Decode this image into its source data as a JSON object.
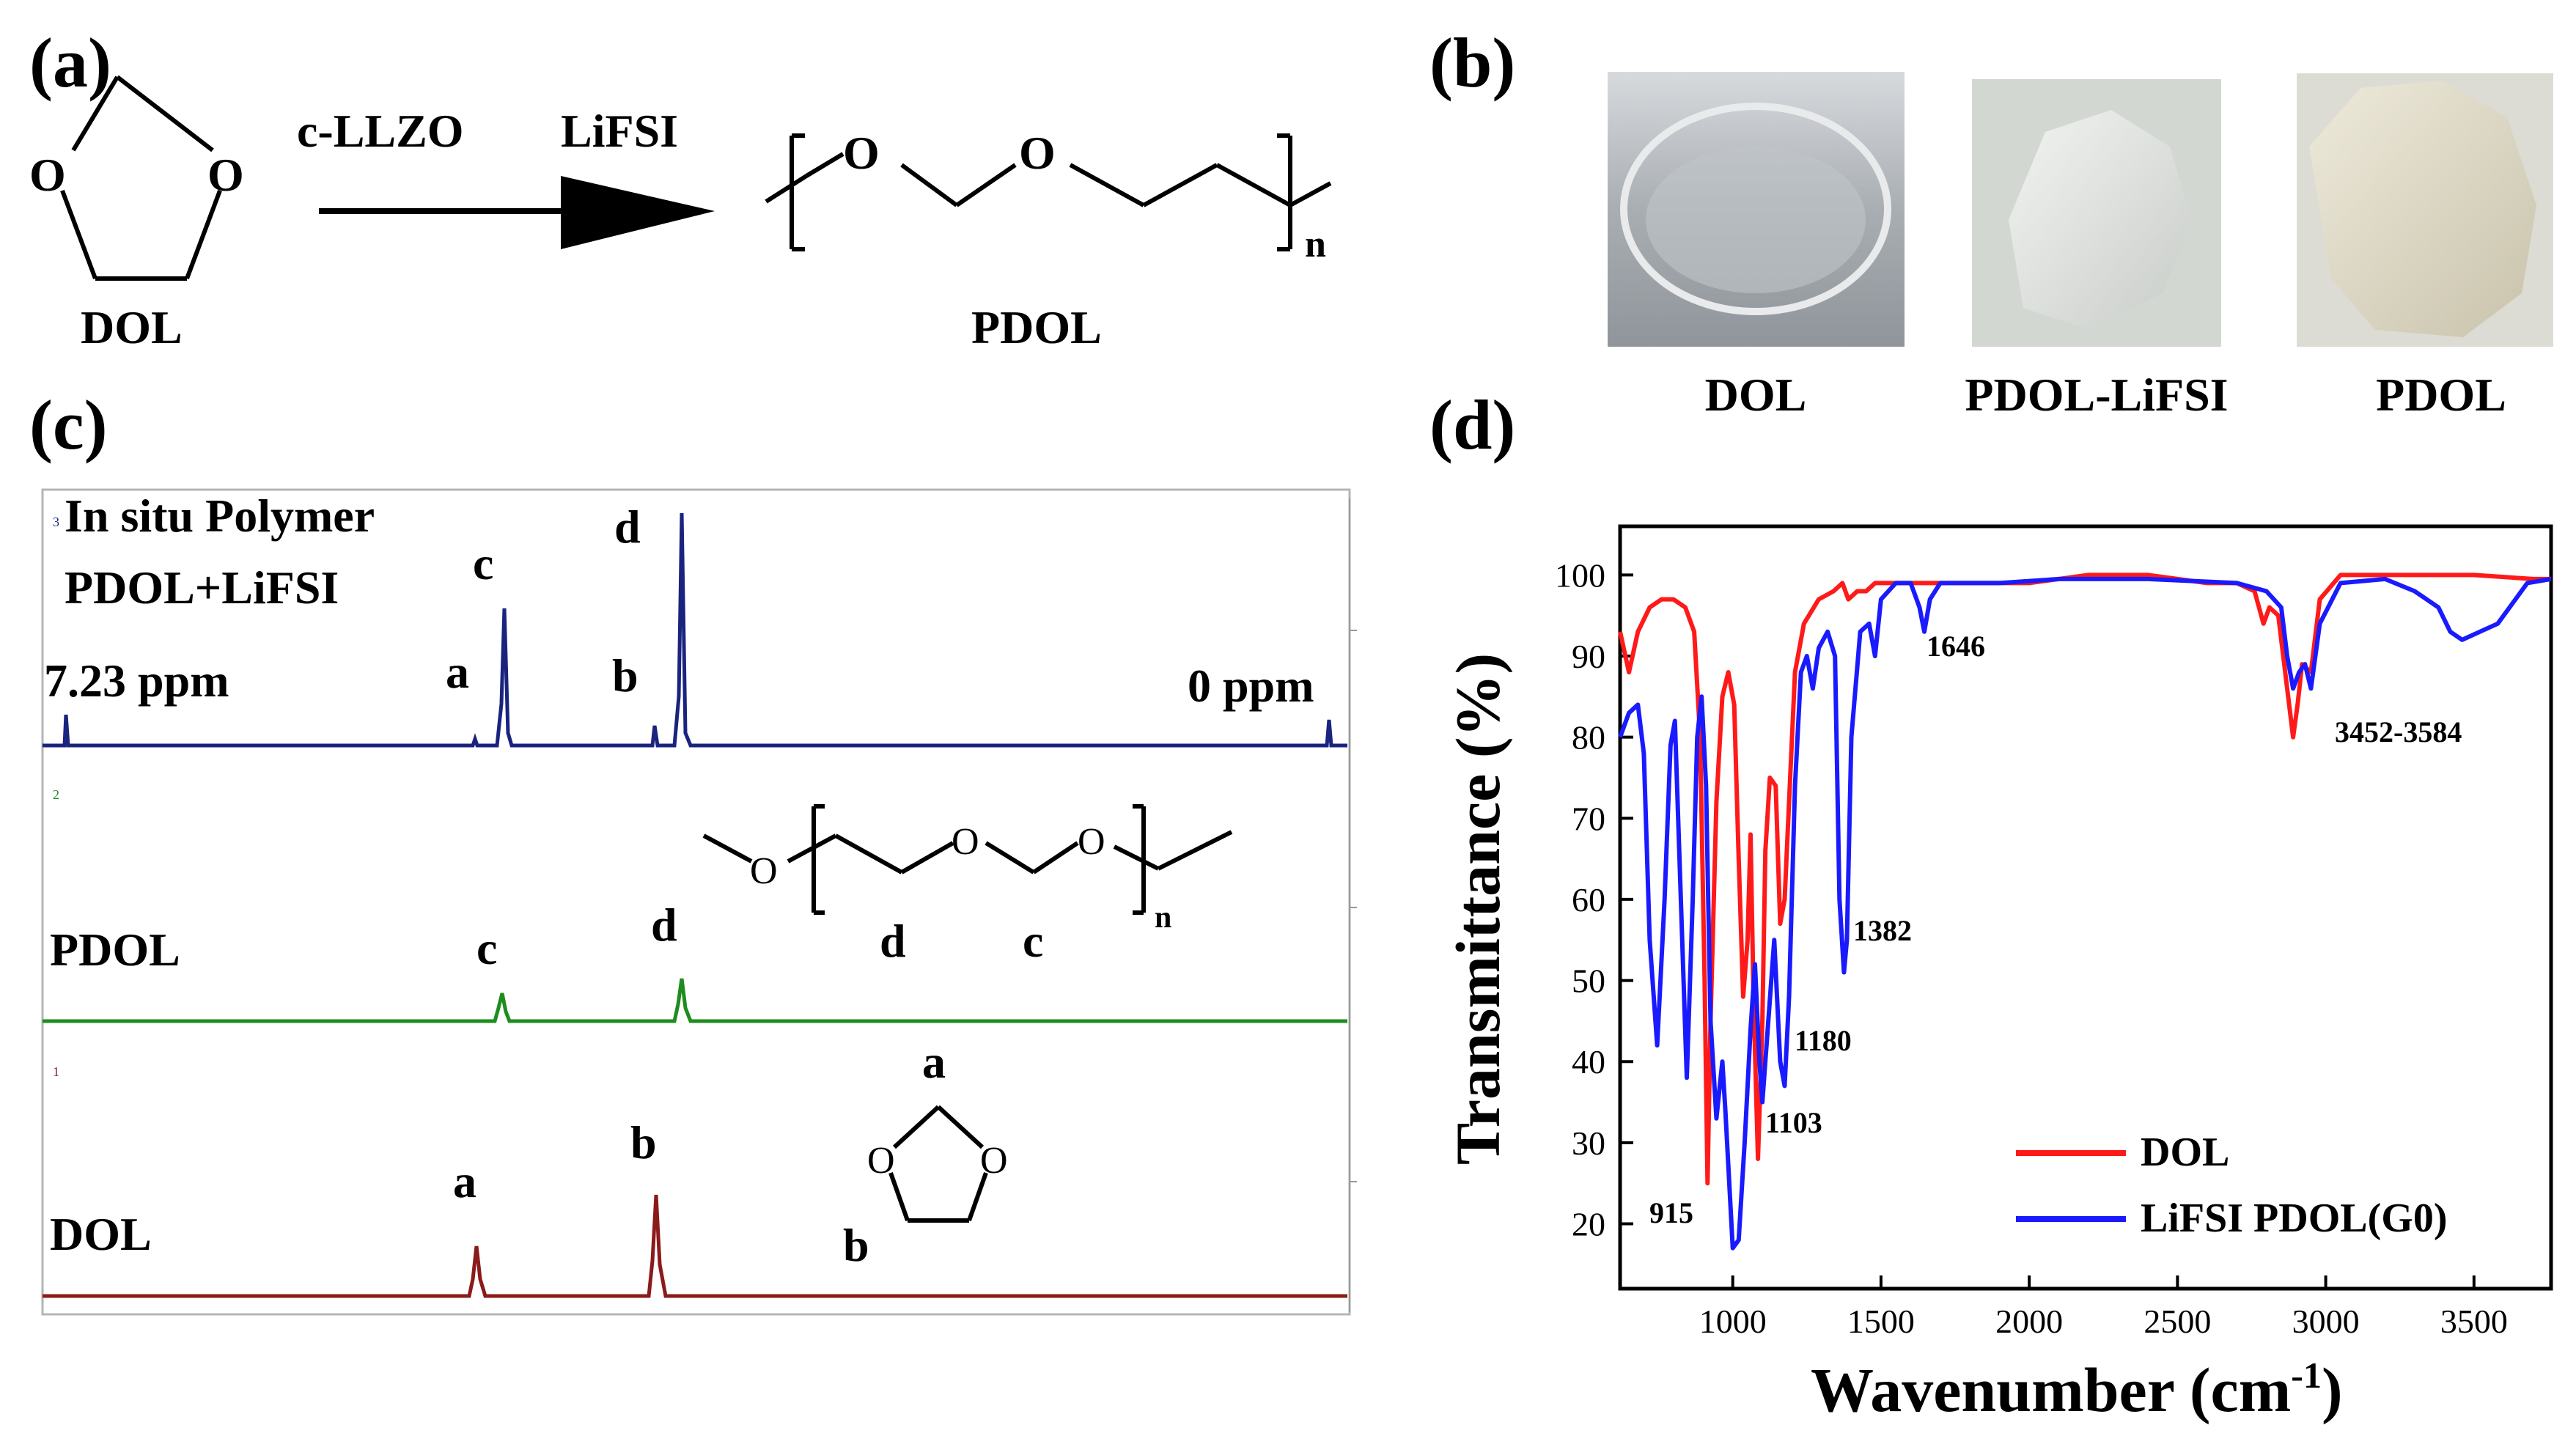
{
  "panels": {
    "a": {
      "label": "(a)",
      "reactant": "DOL",
      "reagent1": "c-LLZO",
      "reagent2": "LiFSI",
      "product": "PDOL",
      "subscript": "n",
      "atom_o": "O"
    },
    "b": {
      "label": "(b)",
      "samples": [
        {
          "caption": "DOL",
          "color": "#b8bcc0"
        },
        {
          "caption": "PDOL-LiFSI",
          "color": "#e3e6e2"
        },
        {
          "caption": "PDOL",
          "color": "#d9d6c4"
        }
      ]
    },
    "c": {
      "label": "(c)",
      "top_title_1": "In situ Polymer",
      "top_title_2": "PDOL+LiFSI",
      "ppm_left": "7.23 ppm",
      "ppm_right": "0 ppm",
      "mid_title": "PDOL",
      "bottom_title": "DOL",
      "peak_a": "a",
      "peak_b": "b",
      "peak_c": "c",
      "peak_d": "d",
      "struct_n": "n",
      "struct_o": "O",
      "trace_index": [
        "3",
        "2",
        "1"
      ],
      "colors": {
        "top": "#1a237e",
        "mid": "#1e8c1e",
        "bottom": "#8b1a1a"
      }
    },
    "d": {
      "label": "(d)",
      "annotations": [
        "1646",
        "3452-3584",
        "1382",
        "1180",
        "1103",
        "915"
      ]
    }
  },
  "chart_data": {
    "type": "line",
    "xlabel": "Wavenumber (cm-1)",
    "xlabel_main": "Wavenumber (cm",
    "xlabel_sup": "-1",
    "xlabel_close": ")",
    "ylabel": "Transmittance (%)",
    "xlim": [
      620,
      3760
    ],
    "ylim": [
      12,
      106
    ],
    "xticks": [
      1000,
      1500,
      2000,
      2500,
      3000,
      3500
    ],
    "yticks": [
      20,
      30,
      40,
      50,
      60,
      70,
      80,
      90,
      100
    ],
    "legend_position": "bottom-right",
    "series": [
      {
        "name": "DOL",
        "color": "#ff1a1a",
        "points": [
          [
            620,
            93
          ],
          [
            650,
            88
          ],
          [
            680,
            93
          ],
          [
            720,
            96
          ],
          [
            760,
            97
          ],
          [
            800,
            97
          ],
          [
            840,
            96
          ],
          [
            870,
            93
          ],
          [
            890,
            80
          ],
          [
            905,
            50
          ],
          [
            915,
            25
          ],
          [
            925,
            45
          ],
          [
            945,
            72
          ],
          [
            965,
            85
          ],
          [
            985,
            88
          ],
          [
            1005,
            84
          ],
          [
            1020,
            65
          ],
          [
            1035,
            48
          ],
          [
            1050,
            55
          ],
          [
            1060,
            68
          ],
          [
            1070,
            48
          ],
          [
            1085,
            28
          ],
          [
            1100,
            45
          ],
          [
            1110,
            66
          ],
          [
            1125,
            75
          ],
          [
            1145,
            74
          ],
          [
            1160,
            57
          ],
          [
            1175,
            60
          ],
          [
            1190,
            72
          ],
          [
            1210,
            88
          ],
          [
            1240,
            94
          ],
          [
            1290,
            97
          ],
          [
            1340,
            98
          ],
          [
            1370,
            99
          ],
          [
            1390,
            97
          ],
          [
            1420,
            98
          ],
          [
            1450,
            98
          ],
          [
            1480,
            99
          ],
          [
            1550,
            99
          ],
          [
            1650,
            99
          ],
          [
            1700,
            99
          ],
          [
            1800,
            99
          ],
          [
            2000,
            99
          ],
          [
            2200,
            100
          ],
          [
            2400,
            100
          ],
          [
            2600,
            99
          ],
          [
            2700,
            99
          ],
          [
            2760,
            98
          ],
          [
            2790,
            94
          ],
          [
            2810,
            96
          ],
          [
            2840,
            95
          ],
          [
            2870,
            86
          ],
          [
            2890,
            80
          ],
          [
            2905,
            84
          ],
          [
            2920,
            89
          ],
          [
            2950,
            88
          ],
          [
            2980,
            97
          ],
          [
            3050,
            100
          ],
          [
            3300,
            100
          ],
          [
            3500,
            100
          ],
          [
            3700,
            99.5
          ],
          [
            3760,
            99.5
          ]
        ]
      },
      {
        "name": "LiFSI PDOL(G0)",
        "color": "#1a1aff",
        "points": [
          [
            620,
            80
          ],
          [
            650,
            83
          ],
          [
            680,
            84
          ],
          [
            700,
            78
          ],
          [
            720,
            55
          ],
          [
            745,
            42
          ],
          [
            770,
            60
          ],
          [
            790,
            79
          ],
          [
            805,
            82
          ],
          [
            825,
            60
          ],
          [
            845,
            38
          ],
          [
            865,
            60
          ],
          [
            880,
            80
          ],
          [
            895,
            85
          ],
          [
            910,
            74
          ],
          [
            925,
            45
          ],
          [
            945,
            33
          ],
          [
            965,
            40
          ],
          [
            975,
            34
          ],
          [
            1000,
            17
          ],
          [
            1020,
            18
          ],
          [
            1040,
            30
          ],
          [
            1060,
            44
          ],
          [
            1075,
            52
          ],
          [
            1090,
            40
          ],
          [
            1100,
            35
          ],
          [
            1120,
            45
          ],
          [
            1140,
            55
          ],
          [
            1160,
            40
          ],
          [
            1175,
            37
          ],
          [
            1190,
            48
          ],
          [
            1210,
            74
          ],
          [
            1230,
            88
          ],
          [
            1250,
            90
          ],
          [
            1270,
            86
          ],
          [
            1290,
            91
          ],
          [
            1320,
            93
          ],
          [
            1345,
            90
          ],
          [
            1360,
            60
          ],
          [
            1375,
            51
          ],
          [
            1385,
            55
          ],
          [
            1400,
            80
          ],
          [
            1430,
            93
          ],
          [
            1460,
            94
          ],
          [
            1480,
            90
          ],
          [
            1500,
            97
          ],
          [
            1550,
            99
          ],
          [
            1600,
            99
          ],
          [
            1630,
            96
          ],
          [
            1646,
            93
          ],
          [
            1665,
            97
          ],
          [
            1700,
            99
          ],
          [
            1900,
            99
          ],
          [
            2100,
            99.5
          ],
          [
            2400,
            99.5
          ],
          [
            2700,
            99
          ],
          [
            2800,
            98
          ],
          [
            2850,
            96
          ],
          [
            2870,
            90
          ],
          [
            2890,
            86
          ],
          [
            2910,
            88
          ],
          [
            2930,
            89
          ],
          [
            2950,
            86
          ],
          [
            2980,
            94
          ],
          [
            3050,
            99
          ],
          [
            3200,
            99.5
          ],
          [
            3300,
            98
          ],
          [
            3380,
            96
          ],
          [
            3420,
            93
          ],
          [
            3460,
            92
          ],
          [
            3520,
            93
          ],
          [
            3580,
            94
          ],
          [
            3620,
            96
          ],
          [
            3680,
            99
          ],
          [
            3760,
            99.5
          ]
        ]
      }
    ]
  }
}
